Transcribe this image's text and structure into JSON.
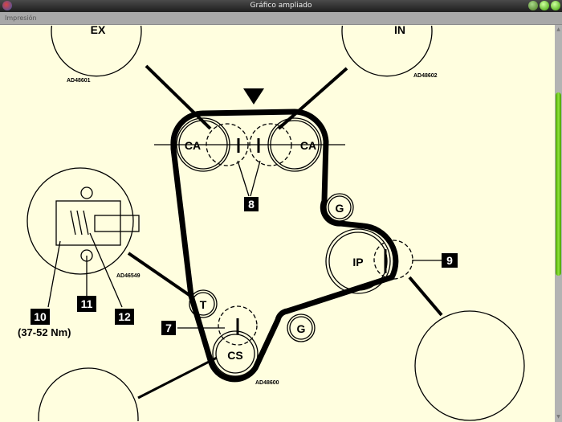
{
  "window": {
    "title": "Gráfico ampliado"
  },
  "menu": {
    "items": [
      "Impresión"
    ]
  },
  "diagram": {
    "pulleys": {
      "ca_left": "CA",
      "ca_right": "CA",
      "g_upper": "G",
      "ip": "IP",
      "t": "T",
      "cs": "CS",
      "g_lower": "G"
    },
    "callouts": {
      "c8": "8",
      "c9": "9",
      "c7": "7",
      "c10": "10",
      "c11": "11",
      "c12": "12"
    },
    "torque": "(37-52 Nm)",
    "detail_labels": {
      "ex": "EX",
      "in": "IN"
    },
    "refs": {
      "top_left": "AD48601",
      "top_right": "AD48602",
      "tensioner": "AD46549",
      "main": "AD48600"
    }
  }
}
